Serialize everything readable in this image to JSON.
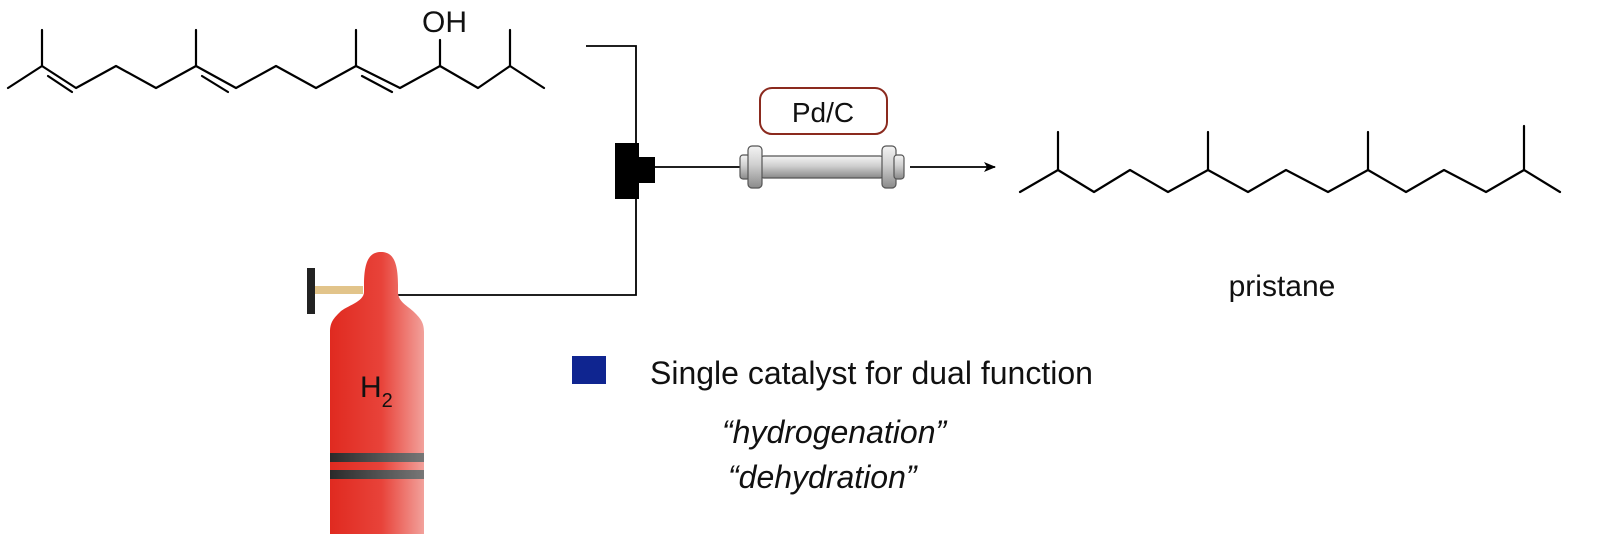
{
  "reactant": {
    "oh_label": "OH"
  },
  "gas_cylinder": {
    "label": "H",
    "subscript": "2",
    "color": "#e8372c"
  },
  "catalyst": {
    "label": "Pd/C",
    "border_color": "#8b2a1e"
  },
  "product": {
    "name": "pristane"
  },
  "notes": {
    "bullet_color": "#0f2590",
    "headline": "Single catalyst for dual function",
    "function_1": "“hydrogenation”",
    "function_2": "“dehydration”"
  }
}
